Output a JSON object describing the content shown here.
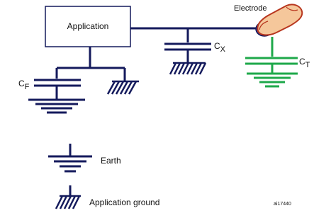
{
  "application": {
    "label": "Application"
  },
  "electrode": {
    "label": "Electrode"
  },
  "capacitors": {
    "cf": {
      "main": "C",
      "sub": "F"
    },
    "cx": {
      "main": "C",
      "sub": "X"
    },
    "ct": {
      "main": "C",
      "sub": "T"
    }
  },
  "legend": {
    "earth": "Earth",
    "application_ground": "Application ground"
  },
  "figure_id": "ai17440",
  "colors": {
    "wire": "#141a5c",
    "ct_branch": "#1ea84a",
    "finger_fill": "#f5c79b",
    "finger_outline": "#b8361e",
    "electrode_fill": "#3b3a9a"
  }
}
